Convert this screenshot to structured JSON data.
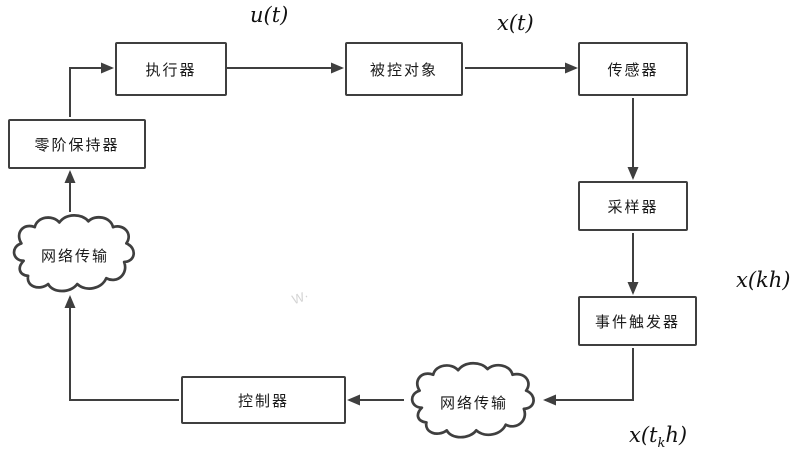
{
  "colors": {
    "line": "#3f3f3f",
    "background": "#ffffff",
    "text": "#1a1a1a"
  },
  "boxes": {
    "actuator": "执行器",
    "plant": "被控对象",
    "sensor": "传感器",
    "sampler": "采样器",
    "event_trigger": "事件触发器",
    "controller": "控制器",
    "zoh": "零阶保持器"
  },
  "clouds": {
    "network_left": "网络传输",
    "network_bottom": "网络传输"
  },
  "signals": {
    "u_t": "u(t)",
    "x_t": "x(t)",
    "x_kh": "x(kh)",
    "x_tkh_pre": "x(t",
    "x_tkh_sub": "k",
    "x_tkh_post": "h)"
  },
  "watermark": "W·"
}
